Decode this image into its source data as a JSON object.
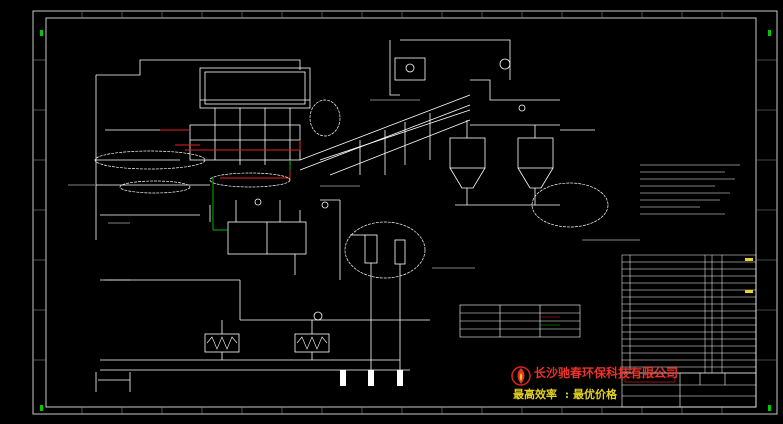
{
  "drawing": {
    "colors": {
      "background": "#000000",
      "line": "#ffffff",
      "frame": "#c8c8c8",
      "green": "#00c800",
      "red": "#e02020",
      "yellow": "#e8d820"
    }
  },
  "watermark": {
    "company": "长沙驰春环保科技有限公司",
    "slogan_left": "最高效率",
    "slogan_sep": ":",
    "slogan_right": "最优价格",
    "logo_icon": "flame-logo-icon"
  }
}
